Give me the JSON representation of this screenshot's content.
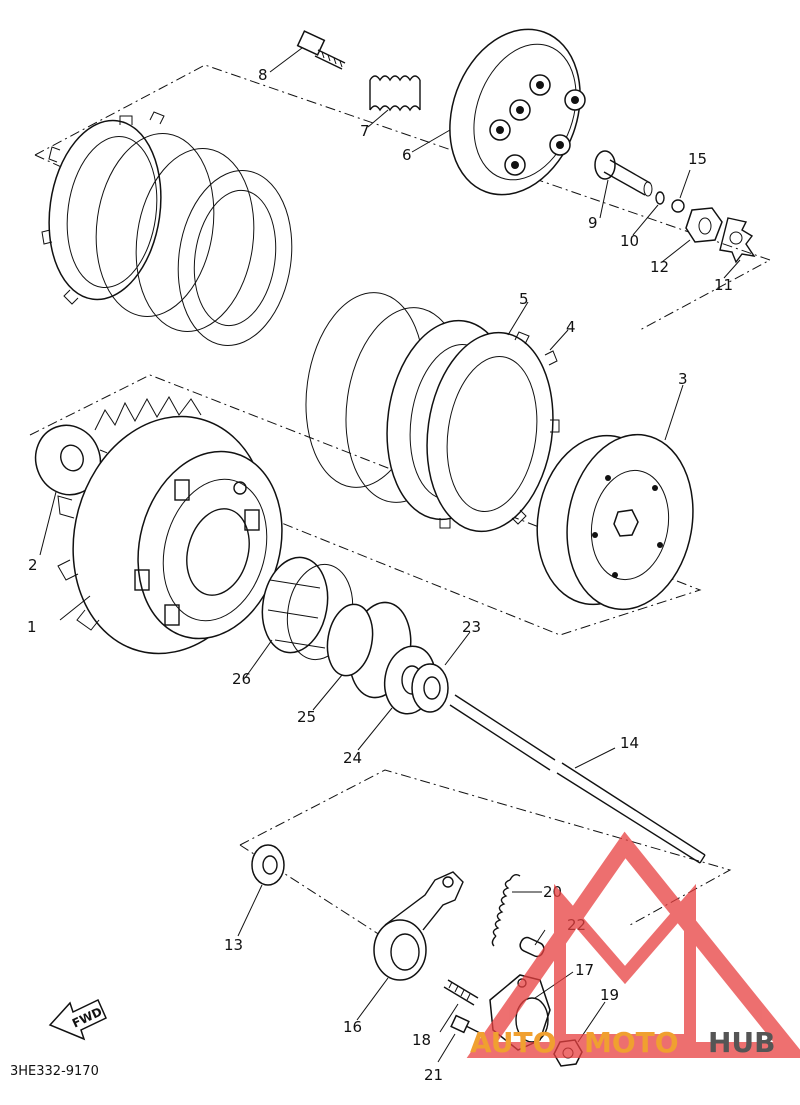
{
  "diagram": {
    "part_code": "3HE332-9170",
    "fwd_label": "FWD",
    "labels": [
      "1",
      "2",
      "3",
      "4",
      "5",
      "6",
      "7",
      "8",
      "9",
      "10",
      "11",
      "12",
      "13",
      "14",
      "15",
      "16",
      "17",
      "18",
      "19",
      "20",
      "21",
      "22",
      "23",
      "24",
      "25",
      "26"
    ]
  },
  "watermark": {
    "text_a": "AUTO",
    "text_b": "MOTO",
    "text_c": "HUB",
    "colors": {
      "triangle": "#e84040",
      "orange": "#f0a030",
      "gray": "#555555"
    }
  }
}
